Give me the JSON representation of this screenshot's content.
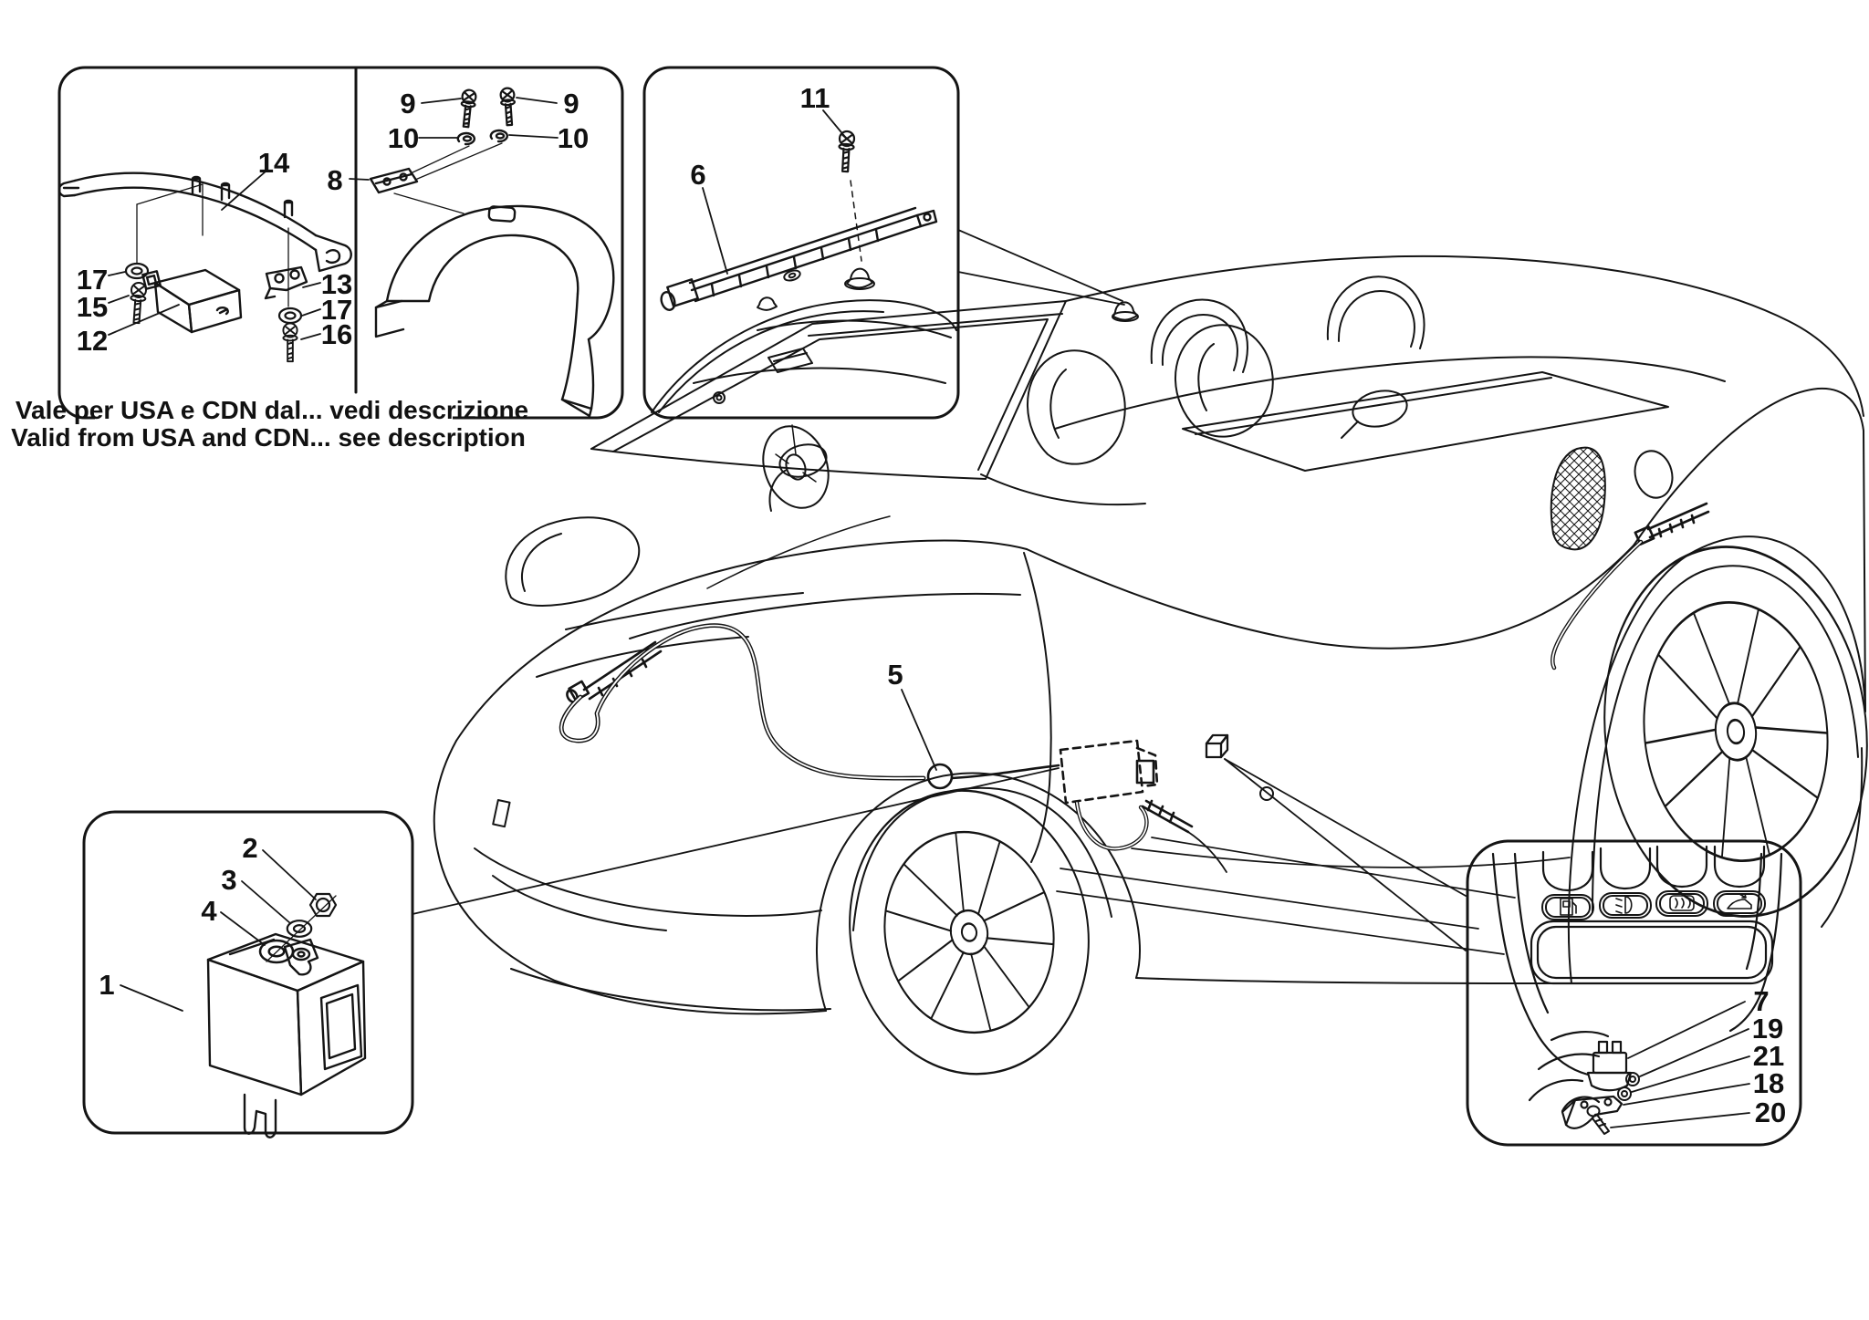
{
  "captions": {
    "validity_it": "Vale per USA e CDN dal... vedi descrizione",
    "validity_en": "Valid from USA and CDN... see description"
  },
  "labels": {
    "l1": "1",
    "l2": "2",
    "l3": "3",
    "l4": "4",
    "l5": "5",
    "l6": "6",
    "l7": "7",
    "l8": "8",
    "l9a": "9",
    "l9b": "9",
    "l10a": "10",
    "l10b": "10",
    "l11": "11",
    "l12": "12",
    "l13": "13",
    "l14": "14",
    "l15": "15",
    "l16": "16",
    "l17a": "17",
    "l17b": "17",
    "l18": "18",
    "l19": "19",
    "l20": "20",
    "l21": "21"
  },
  "icons": {
    "button1": "fuel-flap-release-icon",
    "button2": "fog-light-icon",
    "button3": "rear-defrost-icon",
    "button4": "trunk-release-icon"
  },
  "colors": {
    "line": "#141414",
    "background": "#ffffff"
  }
}
